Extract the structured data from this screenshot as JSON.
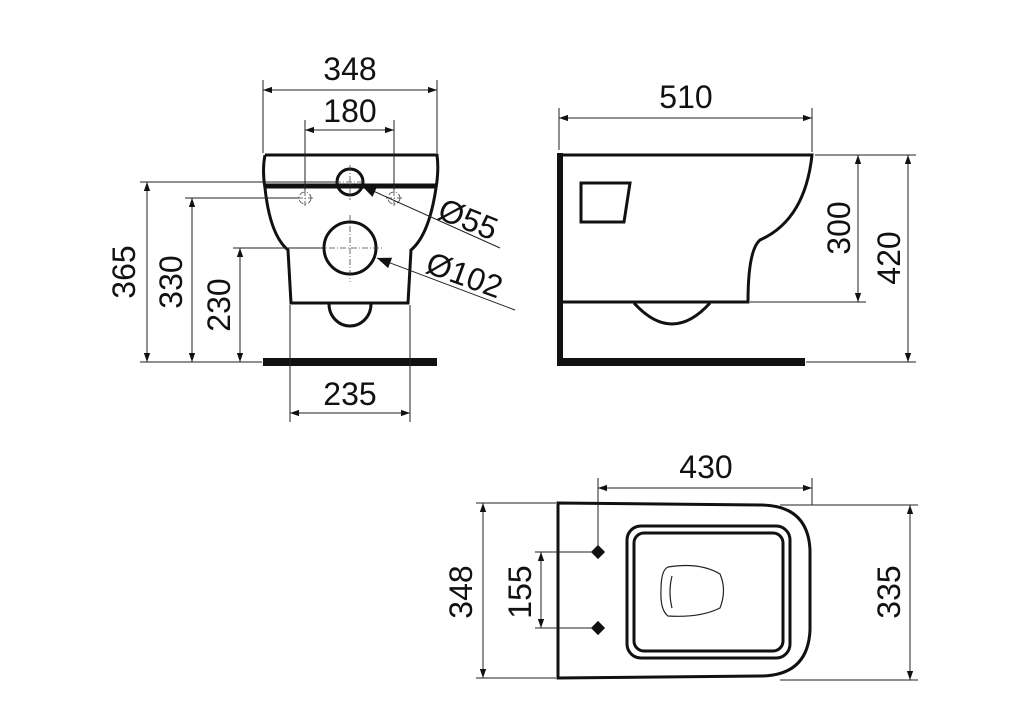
{
  "front_view": {
    "width_top": "348",
    "fixing_spacing": "180",
    "width_bottom": "235",
    "height_inlet": "365",
    "height_fixings": "330",
    "height_outlet": "230",
    "inlet_diameter": "Ø55",
    "outlet_diameter": "Ø102"
  },
  "side_view": {
    "depth": "510",
    "body_height": "300",
    "total_height": "420"
  },
  "top_view": {
    "depth_to_fixings": "430",
    "width": "348",
    "fixing_spacing": "155",
    "seat_width": "335"
  },
  "colors": {
    "line": "#111111",
    "background": "#ffffff"
  }
}
